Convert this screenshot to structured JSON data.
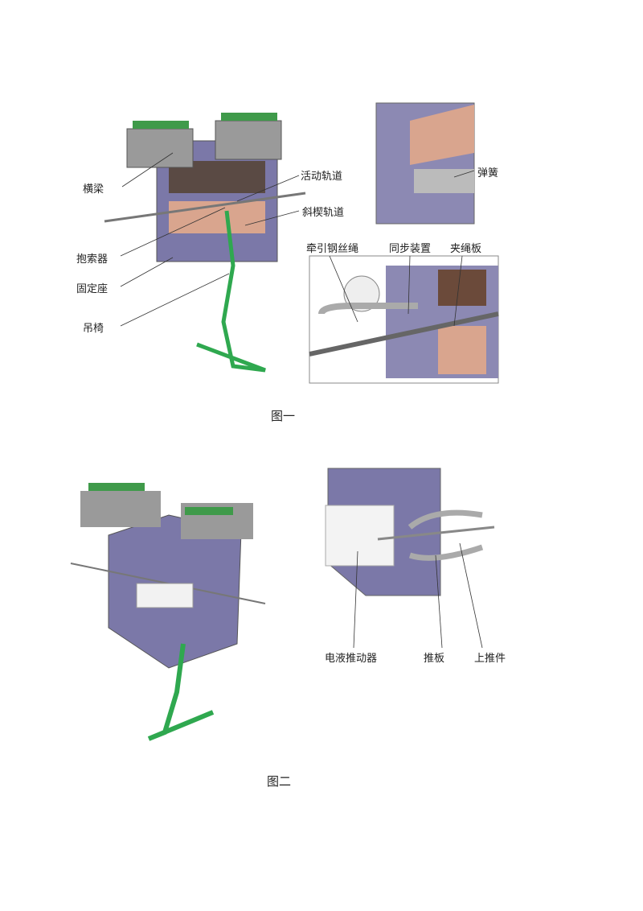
{
  "figure1": {
    "caption": "图一",
    "labels": {
      "beam": "横梁",
      "moving_track": "活动轨道",
      "wedge_track": "斜楔轨道",
      "grip": "抱索器",
      "fixed_seat": "固定座",
      "chair": "吊椅",
      "spring": "弹簧",
      "haul_rope": "牵引钢丝绳",
      "sync_device": "同步装置",
      "clamp_plate": "夹绳板"
    }
  },
  "figure2": {
    "caption": "图二",
    "labels": {
      "actuator": "电液推动器",
      "push_plate": "推板",
      "upper_pusher": "上推件"
    }
  },
  "colors": {
    "frame": "#7b78a8",
    "chair": "#2fa84f",
    "plate": "#d9a58e",
    "beam": "#9a9a9a",
    "clamp": "#3f9a4a"
  }
}
